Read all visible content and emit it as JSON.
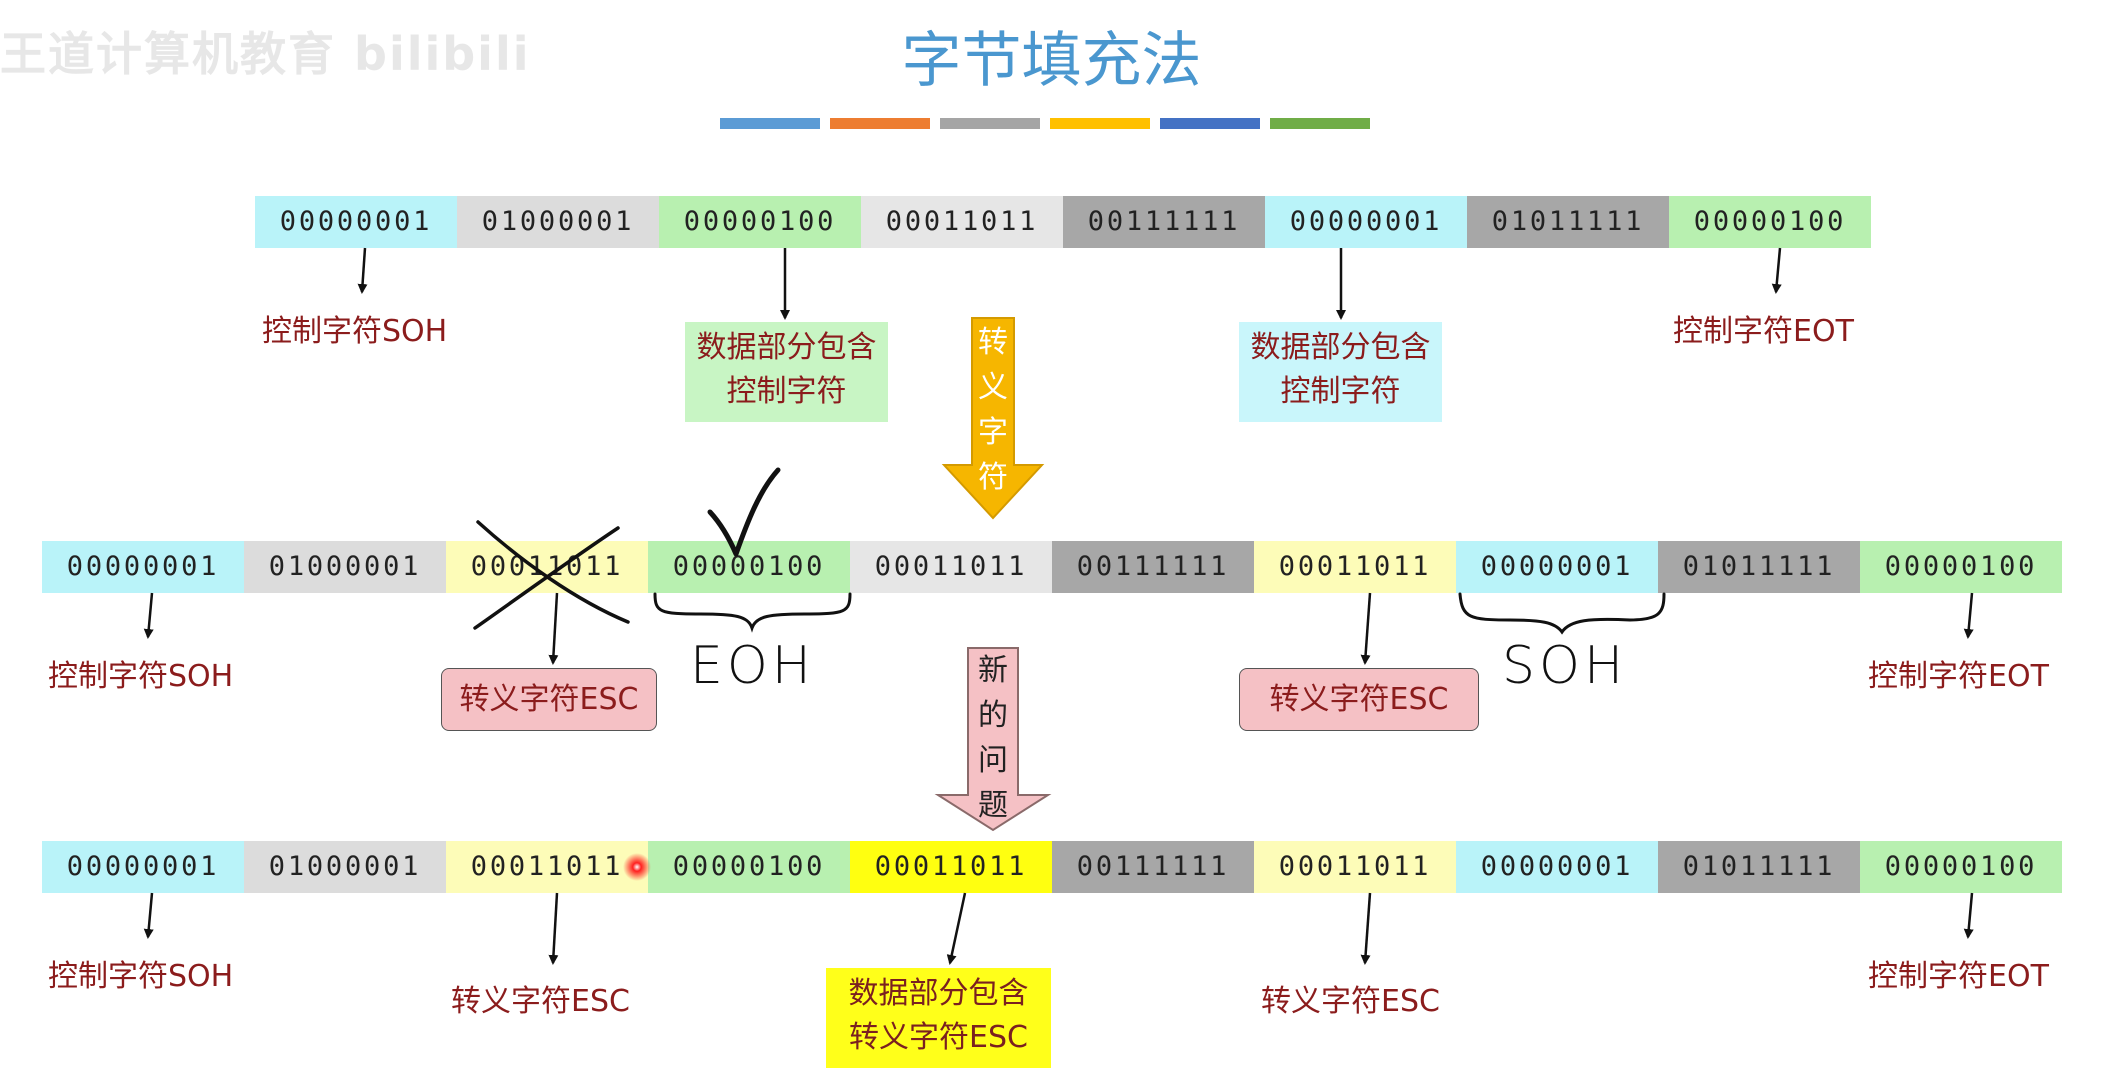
{
  "watermark": "王道计算机教育 bilibili",
  "title": "字节填充法",
  "colors": {
    "ctrl": "#b9f3f9",
    "light_gray": "#dcdcdc",
    "green": "#b8f0b0",
    "mid_gray": "#e6e6e6",
    "dark_gray": "#a7a7a7",
    "yellow_light": "#fdfcb8",
    "yellow_bright": "#ffff10",
    "label_red": "#8b1c1c",
    "title_blue": "#4a97cf",
    "big_arrow_orange": "#f6b600",
    "big_arrow_pink": "#f5c1c5",
    "bar_blue": "#5b9bd5",
    "bar_orange": "#ed7d31",
    "bar_gray": "#a5a5a5",
    "bar_yellow": "#ffc000",
    "bar_navy": "#4472c4",
    "bar_green": "#70ad47"
  },
  "rows": {
    "top": [
      "00000001",
      "01000001",
      "00000100",
      "00011011",
      "00111111",
      "00000001",
      "01011111",
      "00000100"
    ],
    "middle": [
      "00000001",
      "01000001",
      "00011011",
      "00000100",
      "00011011",
      "00111111",
      "00011011",
      "00000001",
      "01011111",
      "00000100"
    ],
    "bottom": [
      "00000001",
      "01000001",
      "00011011",
      "00000100",
      "00011011",
      "00111111",
      "00011011",
      "00000001",
      "01011111",
      "00000100"
    ]
  },
  "labels": {
    "soh": "控制字符SOH",
    "eot": "控制字符EOT",
    "esc": "转义字符ESC",
    "data_ctrl_line1": "数据部分包含",
    "data_ctrl_line2": "控制字符",
    "data_esc_line1": "数据部分包含",
    "data_esc_line2": "转义字符ESC"
  },
  "arrows": {
    "escape_chars": [
      "转",
      "义",
      "字",
      "符"
    ],
    "new_problem": [
      "新",
      "的",
      "问",
      "题"
    ]
  },
  "handwriting": {
    "eoh": "EOH",
    "soh": "SOH"
  }
}
